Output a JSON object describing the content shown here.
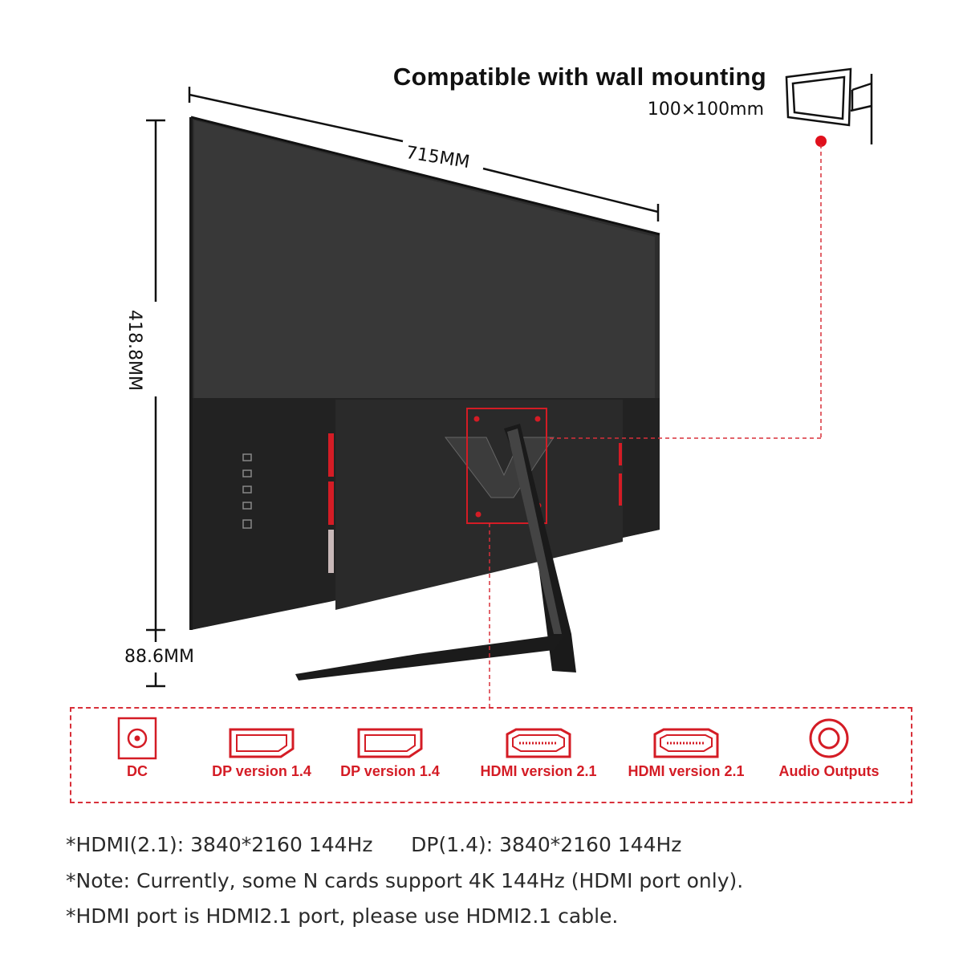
{
  "header": {
    "title": "Compatible with wall mounting",
    "vesa": "100×100mm"
  },
  "dimensions": {
    "width": "715MM",
    "height": "418.8MM",
    "depth": "88.6MM"
  },
  "ports": [
    {
      "label": "DC",
      "icon": "dc-power-icon"
    },
    {
      "label": "DP version 1.4",
      "icon": "displayport-icon"
    },
    {
      "label": "DP version 1.4",
      "icon": "displayport-icon"
    },
    {
      "label": "HDMI version 2.1",
      "icon": "hdmi-icon"
    },
    {
      "label": "HDMI version 2.1",
      "icon": "hdmi-icon"
    },
    {
      "label": "Audio Outputs",
      "icon": "audio-jack-icon"
    }
  ],
  "notes": {
    "line1": "*HDMI(2.1): 3840*2160 144Hz      DP(1.4): 3840*2160 144Hz",
    "line2": "*Note: Currently, some N cards support 4K 144Hz (HDMI port only).",
    "line3": "*HDMI port is HDMI2.1 port, please use HDMI2.1 cable."
  },
  "colors": {
    "accent": "#d41c25",
    "monitor": "#2b2b2b"
  }
}
